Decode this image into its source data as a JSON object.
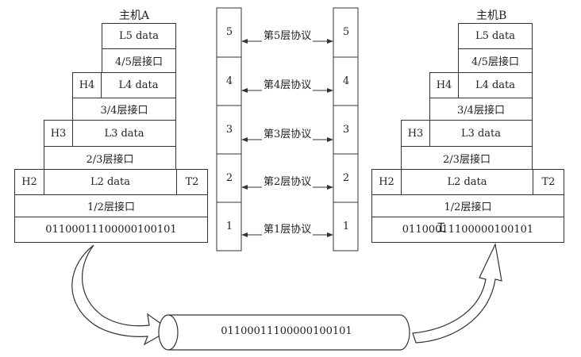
{
  "hostA": {
    "title": "主机A",
    "l5": "L5 data",
    "if45": "4/5层接口",
    "h4": "H4",
    "l4": "L4 data",
    "if34": "3/4层接口",
    "h3": "H3",
    "l3": "L3 data",
    "if23": "2/3层接口",
    "h2": "H2",
    "l2": "L2 data",
    "t2": "T2",
    "if12": "1/2层接口",
    "bits": "01100011100000100101"
  },
  "hostB": {
    "title": "主机B",
    "l5": "L5 data",
    "if45": "4/5层接口",
    "h4": "H4",
    "l4": "L4 data",
    "if34": "3/4层接口",
    "h3": "H3",
    "l3": "L3 data",
    "if23": "2/3层接口",
    "h2": "H2",
    "l2": "L2 data",
    "t2": "T2",
    "if12": "1/2层接口",
    "bits": "01100011100000100101"
  },
  "layers": {
    "left": [
      "5",
      "4",
      "3",
      "2",
      "1"
    ],
    "right": [
      "5",
      "4",
      "3",
      "2",
      "1"
    ],
    "protocols": [
      "第5层协议",
      "第4层协议",
      "第3层协议",
      "第2层协议",
      "第1层协议"
    ]
  },
  "medium": {
    "bits": "01100011100000100101"
  },
  "cursor_icon": "text-cursor-icon"
}
